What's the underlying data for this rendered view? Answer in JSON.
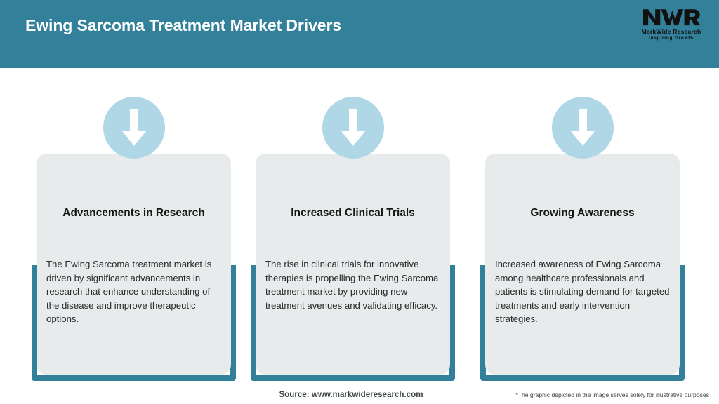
{
  "header": {
    "title": "Ewing Sarcoma Treatment Market Drivers",
    "background_color": "#33809a",
    "title_color": "#ffffff",
    "logo": {
      "monogram": "MWR",
      "name": "MarkWide Research",
      "tagline": "Inspiring Growth"
    }
  },
  "cards": [
    {
      "icon": "arrow-down-icon",
      "title": "Advancements in Research",
      "body": "The Ewing Sarcoma treatment market is driven by significant advancements in research that enhance understanding of the disease and improve therapeutic options."
    },
    {
      "icon": "arrow-down-icon",
      "title": "Increased Clinical Trials",
      "body": "The rise in clinical trials for innovative therapies is propelling the Ewing Sarcoma treatment market by providing new treatment avenues and validating efficacy."
    },
    {
      "icon": "arrow-down-icon",
      "title": "Growing Awareness",
      "body": "Increased awareness of Ewing Sarcoma among healthcare professionals and patients is stimulating demand for targeted treatments and early intervention strategies."
    }
  ],
  "footer": {
    "source": "Source: www.markwideresearch.com",
    "disclaimer": "*The graphic depicted in the image serves solely for illustrative purposes"
  },
  "colors": {
    "accent_teal": "#33809a",
    "card_background": "#e8ebec",
    "icon_circle": "#afd7e6",
    "page_background": "#ffffff"
  }
}
